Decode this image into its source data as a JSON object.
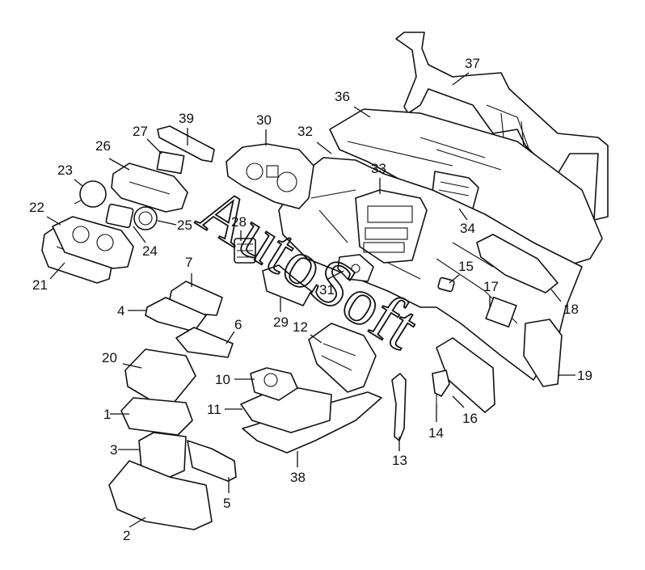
{
  "diagram": {
    "watermark": "AutoSoft",
    "callouts": [
      {
        "id": "c1",
        "label": "1"
      },
      {
        "id": "c2",
        "label": "2"
      },
      {
        "id": "c3",
        "label": "3"
      },
      {
        "id": "c4",
        "label": "4"
      },
      {
        "id": "c5",
        "label": "5"
      },
      {
        "id": "c6",
        "label": "6"
      },
      {
        "id": "c7",
        "label": "7"
      },
      {
        "id": "c10",
        "label": "10"
      },
      {
        "id": "c11",
        "label": "11"
      },
      {
        "id": "c12",
        "label": "12"
      },
      {
        "id": "c13",
        "label": "13"
      },
      {
        "id": "c14",
        "label": "14"
      },
      {
        "id": "c15",
        "label": "15"
      },
      {
        "id": "c16",
        "label": "16"
      },
      {
        "id": "c17",
        "label": "17"
      },
      {
        "id": "c18",
        "label": "18"
      },
      {
        "id": "c19",
        "label": "19"
      },
      {
        "id": "c20",
        "label": "20"
      },
      {
        "id": "c21",
        "label": "21"
      },
      {
        "id": "c22",
        "label": "22"
      },
      {
        "id": "c23",
        "label": "23"
      },
      {
        "id": "c24",
        "label": "24"
      },
      {
        "id": "c25",
        "label": "25"
      },
      {
        "id": "c26",
        "label": "26"
      },
      {
        "id": "c27",
        "label": "27"
      },
      {
        "id": "c28",
        "label": "28"
      },
      {
        "id": "c29",
        "label": "29"
      },
      {
        "id": "c30",
        "label": "30"
      },
      {
        "id": "c31",
        "label": "31"
      },
      {
        "id": "c32",
        "label": "32"
      },
      {
        "id": "c33",
        "label": "33"
      },
      {
        "id": "c34",
        "label": "34"
      },
      {
        "id": "c36",
        "label": "36"
      },
      {
        "id": "c37",
        "label": "37"
      },
      {
        "id": "c38",
        "label": "38"
      },
      {
        "id": "c39",
        "label": "39"
      }
    ]
  }
}
